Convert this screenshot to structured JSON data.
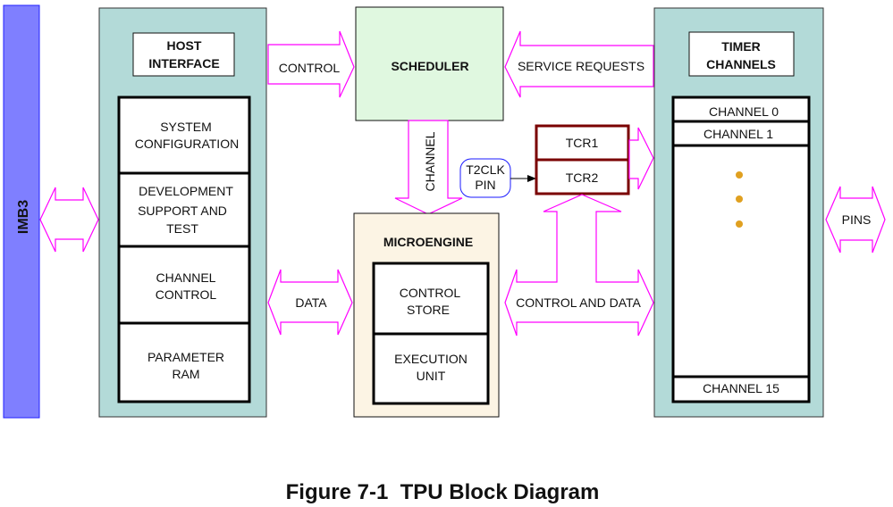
{
  "caption": "Figure 7-1  TPU Block Diagram",
  "colors": {
    "imb_bus": "#7f7fff",
    "module_panel": "#b3dad8",
    "scheduler": "#e0f8e0",
    "microengine": "#fcf4e4",
    "tcr_border": "#7a0000",
    "arrow": "#ff00ff",
    "pin_bubble": "#1a1aff",
    "dots": "#e0a020"
  },
  "imb": {
    "label": "IMB3"
  },
  "host_interface": {
    "title_line1": "HOST",
    "title_line2": "INTERFACE",
    "blocks": [
      {
        "line1": "SYSTEM",
        "line2": "CONFIGURATION",
        "line3": ""
      },
      {
        "line1": "DEVELOPMENT",
        "line2": "SUPPORT AND",
        "line3": "TEST"
      },
      {
        "line1": "CHANNEL",
        "line2": "CONTROL",
        "line3": ""
      },
      {
        "line1": "PARAMETER",
        "line2": "RAM",
        "line3": ""
      }
    ]
  },
  "scheduler": {
    "label": "SCHEDULER"
  },
  "microengine": {
    "title": "MICROENGINE",
    "blocks": [
      {
        "line1": "CONTROL",
        "line2": "STORE"
      },
      {
        "line1": "EXECUTION",
        "line2": "UNIT"
      }
    ]
  },
  "tcr": {
    "tcr1": "TCR1",
    "tcr2": "TCR2"
  },
  "t2clk": {
    "line1": "T2CLK",
    "line2": "PIN"
  },
  "timer_channels": {
    "title_line1": "TIMER",
    "title_line2": "CHANNELS",
    "channels": [
      "CHANNEL 0",
      "CHANNEL 1",
      "CHANNEL 15"
    ]
  },
  "arrows": {
    "control": "CONTROL",
    "service_requests": "SERVICE REQUESTS",
    "channel": "CHANNEL",
    "data": "DATA",
    "control_and_data": "CONTROL AND DATA",
    "pins": "PINS"
  }
}
